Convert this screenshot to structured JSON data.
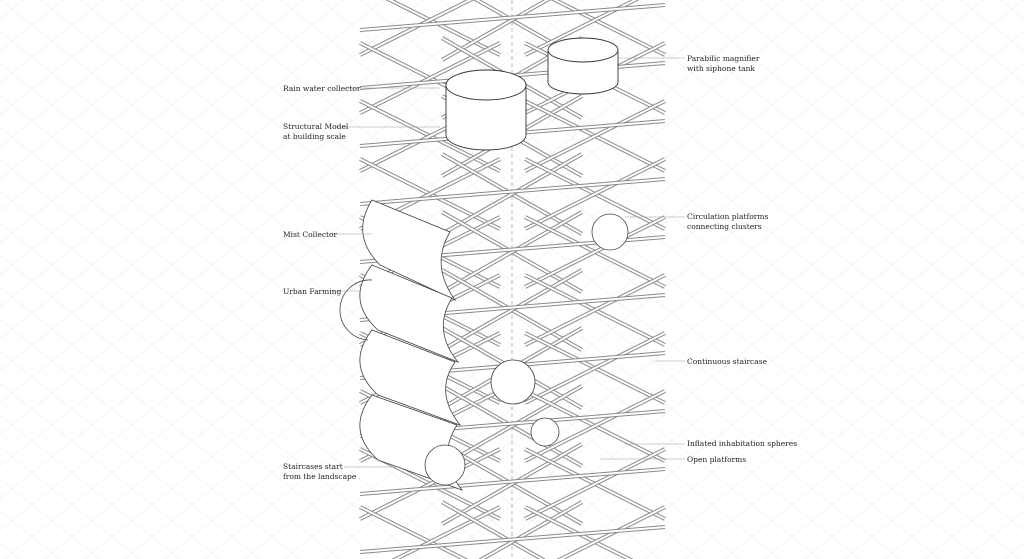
{
  "labels_left": [
    {
      "id": "rain-water-collector",
      "lines": [
        "Rain water collector"
      ]
    },
    {
      "id": "structural-model",
      "lines": [
        "Structural Model",
        "at building scale"
      ]
    },
    {
      "id": "mist-collector",
      "lines": [
        "Mist Collector"
      ]
    },
    {
      "id": "urban-farming",
      "lines": [
        "Urban Farming"
      ]
    },
    {
      "id": "staircases-start",
      "lines": [
        "Staircases start",
        "from the landscape"
      ]
    }
  ],
  "labels_right": [
    {
      "id": "parabolic-magnifier",
      "lines": [
        "Parabilic magnifier",
        "with siphone tank"
      ]
    },
    {
      "id": "circulation-platforms",
      "lines": [
        "Circulation platforms",
        "connecting clusters"
      ]
    },
    {
      "id": "continuous-staircase",
      "lines": [
        "Continuous staircase"
      ]
    },
    {
      "id": "inflated-spheres",
      "lines": [
        "Inflated inhabitation spheres"
      ]
    },
    {
      "id": "open-platforms",
      "lines": [
        "Open platforms"
      ]
    }
  ],
  "colors": {
    "ink": "#222222",
    "strut": "#8a8a8a",
    "faint": "#e6e6e6"
  }
}
